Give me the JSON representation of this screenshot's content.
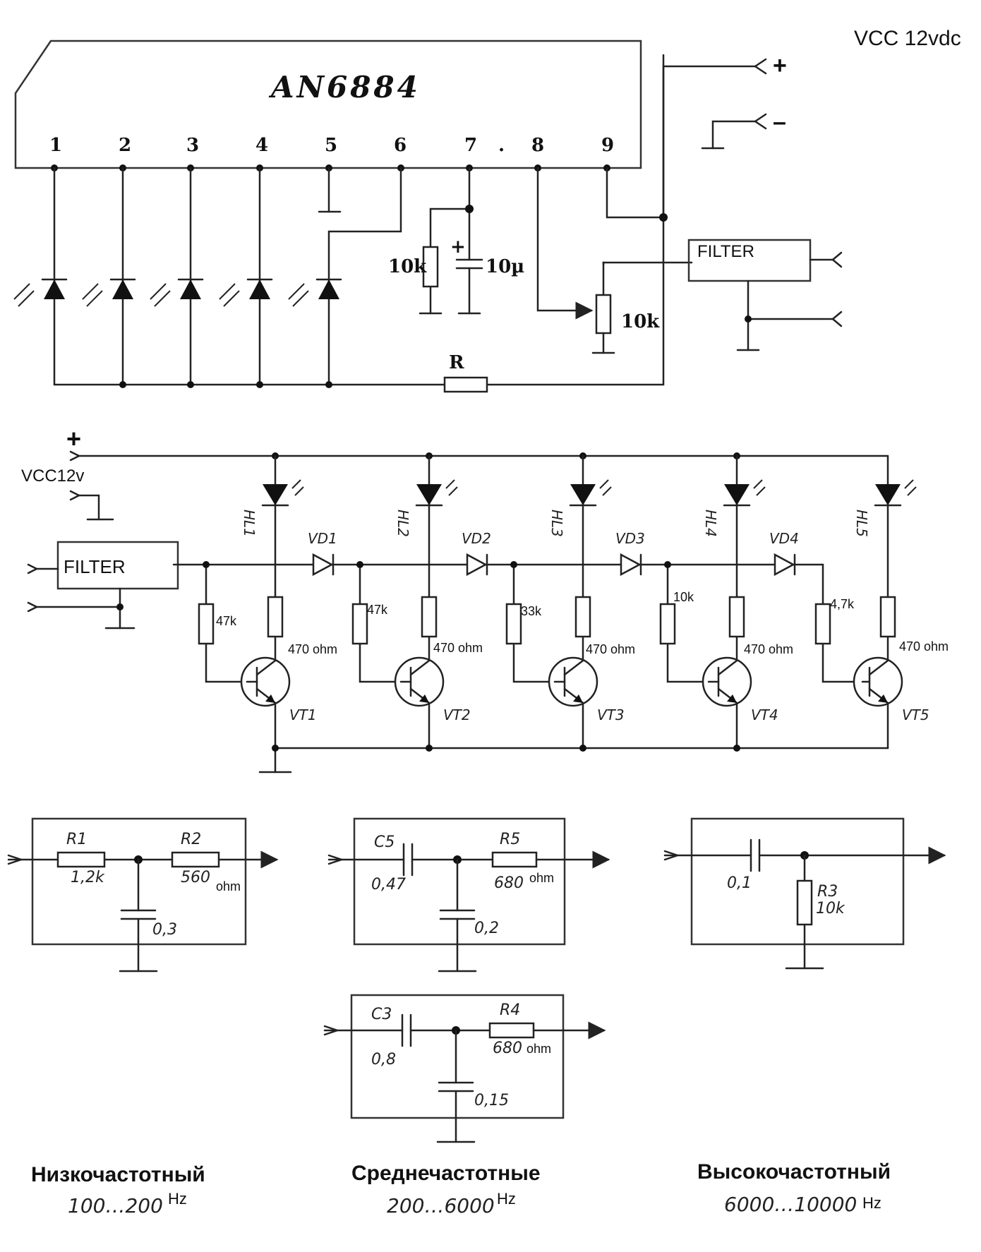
{
  "vcc_note": "VCC 12vdc",
  "ic": {
    "name": "AN6884",
    "pins": [
      "1",
      "2",
      "3",
      "4",
      "5",
      "6",
      "7",
      ".",
      "8",
      "9"
    ]
  },
  "upper": {
    "plus": "+",
    "minus": "–",
    "r_pin7": "10k",
    "c_pin7": "10µ",
    "c_pin7_polarity": "+",
    "pot": "10k",
    "filter": "FILTER",
    "r_bottom": "R"
  },
  "lower": {
    "plus": "+",
    "vcc": "VCC12v",
    "filter": "FILTER",
    "leds": [
      "HL1",
      "HL2",
      "HL3",
      "HL4",
      "HL5"
    ],
    "diodes": [
      "VD1",
      "VD2",
      "VD3",
      "VD4"
    ],
    "base_resistors": [
      "47k",
      "47k",
      "33k",
      "10k",
      "4,7k"
    ],
    "collector_resistors": [
      "470 ohm",
      "470 ohm",
      "470 ohm",
      "470 ohm",
      "470 ohm"
    ],
    "transistors": [
      "VT1",
      "VT2",
      "VT3",
      "VT4",
      "VT5"
    ]
  },
  "filters": {
    "low": {
      "r1": "R1",
      "r1_value": "1,2k",
      "r2": "R2",
      "r2_value": "560",
      "r2_unit": "ohm",
      "c_value": "0,3",
      "title": "Низкочастотный",
      "range": "100…200",
      "unit": "Hz"
    },
    "mid_a": {
      "c": "C5",
      "c_value": "0,47",
      "r": "R5",
      "r_value": "680",
      "r_unit": "ohm",
      "c2_value": "0,2"
    },
    "mid_b": {
      "c": "C3",
      "c_value": "0,8",
      "r": "R4",
      "r_value": "680",
      "r_unit": "ohm",
      "c2_value": "0,15"
    },
    "mid_title": "Среднечастотные",
    "mid_range": "200…6000",
    "mid_unit": "Hz",
    "high": {
      "c_value": "0,1",
      "r": "R3",
      "r_value": "10k",
      "title": "Высокочастотный",
      "range": "6000…10000",
      "unit": "Hz"
    }
  }
}
